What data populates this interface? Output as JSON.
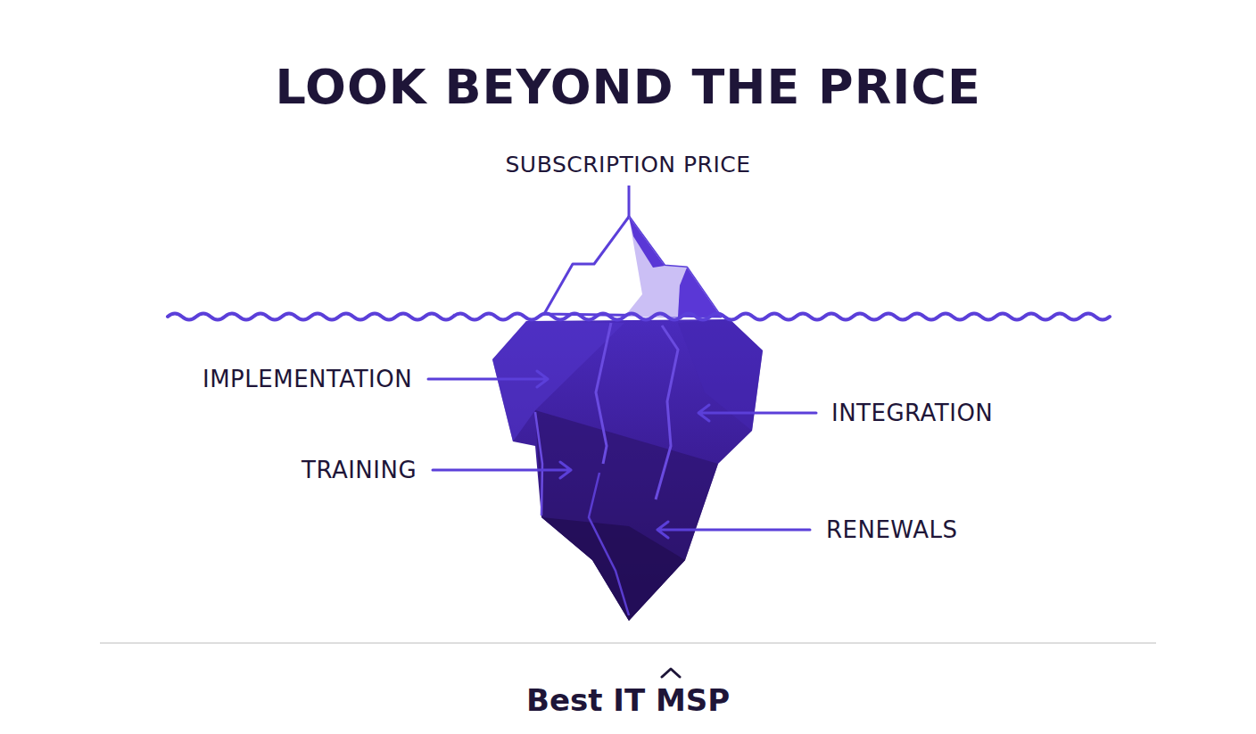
{
  "diagram": {
    "title": "LOOK BEYOND THE PRICE",
    "labels": [
      "SUBSCRIPTION PRICE",
      "IMPLEMENTATION",
      "INTEGRATION",
      "TRAINING",
      "RENEWALS",
      "Best IT MSP"
    ]
  }
}
